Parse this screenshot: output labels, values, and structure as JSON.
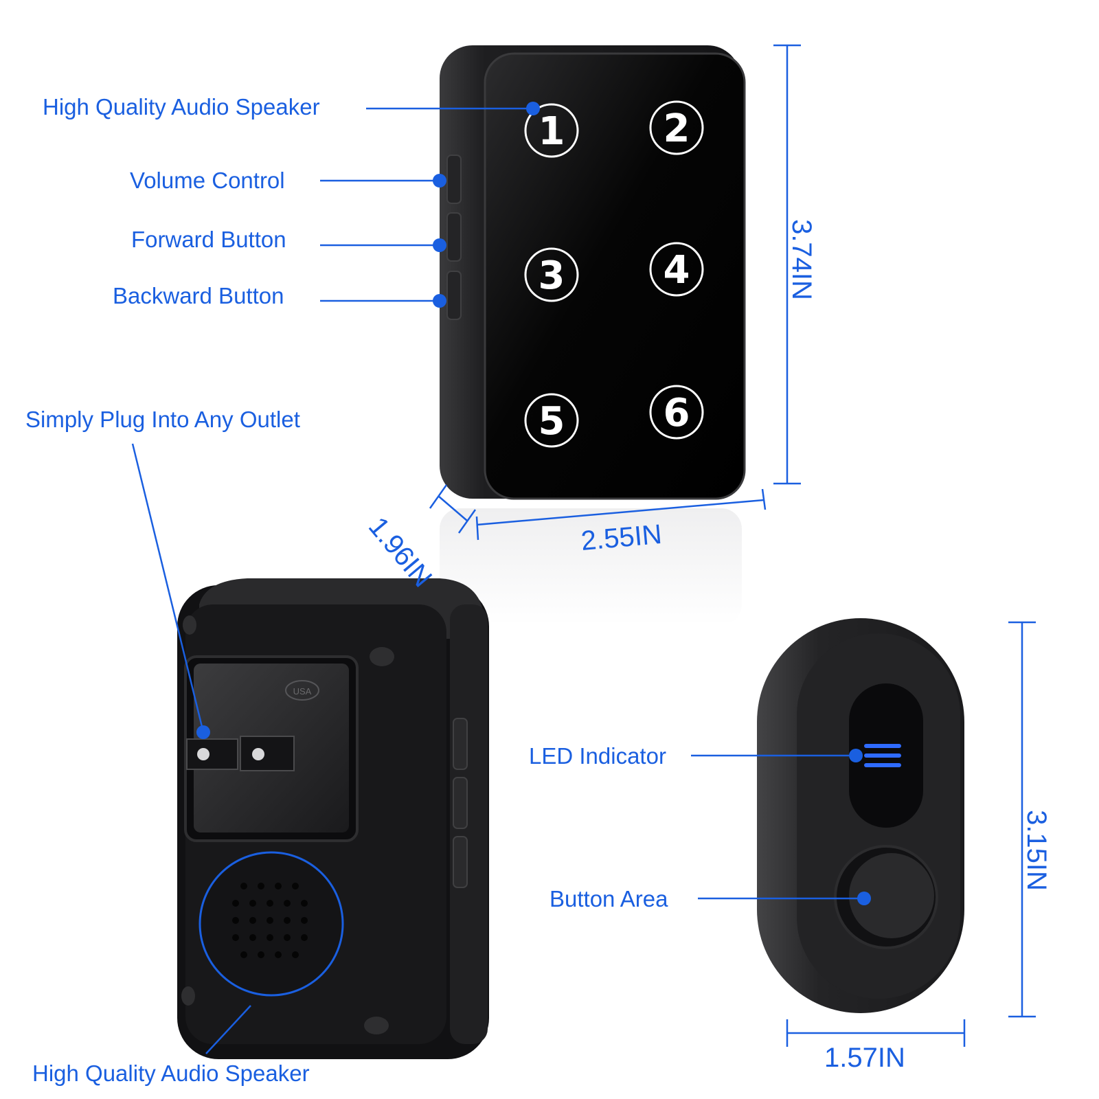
{
  "transmitter_labels": {
    "speaker_top": "High Quality Audio Speaker",
    "volume": "Volume Control",
    "forward": "Forward Button",
    "backward": "Backward Button"
  },
  "keypad_numbers": [
    "1",
    "2",
    "3",
    "4",
    "5",
    "6"
  ],
  "plug_labels": {
    "outlet": "Simply Plug Into Any Outlet",
    "speaker_bottom": "High Quality Audio Speaker",
    "stamp": "USA"
  },
  "push_button_labels": {
    "led": "LED Indicator",
    "button_area": "Button Area"
  },
  "dimensions": {
    "receiver_height": "3.74IN",
    "receiver_width": "2.55IN",
    "receiver_depth": "1.96IN",
    "push_height": "3.15IN",
    "push_width": "1.57IN"
  },
  "colors": {
    "accent": "#1a5fe0",
    "device_body": "#1c1c1e",
    "led": "#2f6bff"
  }
}
